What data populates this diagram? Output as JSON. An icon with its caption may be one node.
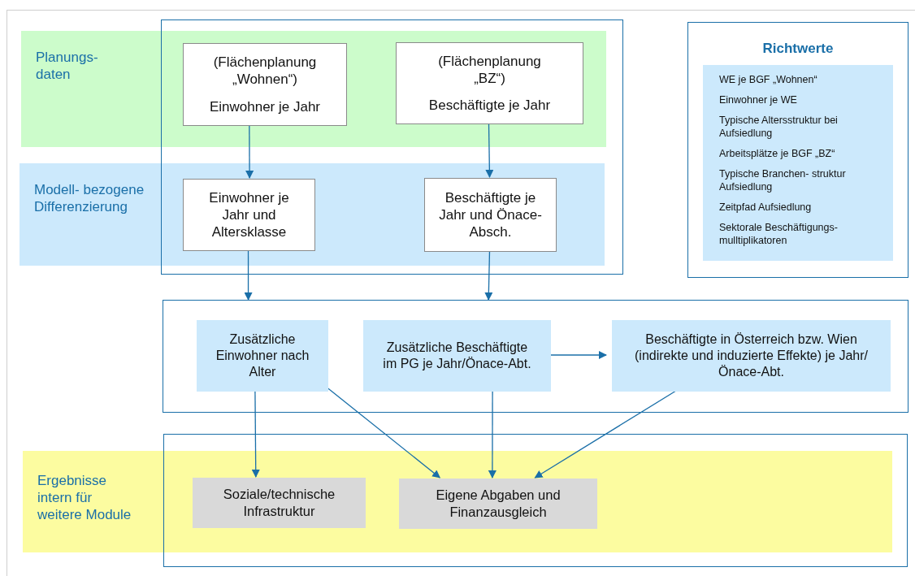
{
  "diagram": {
    "nodes": [
      {
        "text": [
          "Planungs- daten"
        ]
      },
      {
        "text": [
          "Modell- bezogene Differenzierung"
        ]
      },
      {
        "text": [
          "Ergebnisse intern für weitere Module"
        ]
      },
      {
        "text": [],
        "shape": "box"
      },
      {
        "text": [
          "(Flächenplanung „Wohnen“)",
          "Einwohner je Jahr"
        ],
        "in": 3
      },
      {
        "text": [
          "(Flächenplanung „BZ“)",
          "Beschäftigte je Jahr"
        ],
        "in": 3
      },
      {
        "text": [
          "Einwohner je Jahr und Altersklasse"
        ],
        "in": 3
      },
      {
        "text": [
          "Beschäftigte je Jahr und Önace-Absch."
        ],
        "in": 3
      },
      {
        "text": [
          "Richtwerte"
        ]
      },
      {
        "text": [
          "WE je BGF „Wohnen“",
          "Einwohner je WE",
          "Typische Altersstruktur bei Aufsiedlung",
          "Arbeitsplätze je BGF „BZ“",
          "Typische Branchen- struktur Aufsiedlung",
          "Zeitpfad Aufsiedlung",
          "Sektorale Beschäftigungs- mulltiplikatoren"
        ],
        "in": 8
      },
      {
        "text": [],
        "shape": "box"
      },
      {
        "text": [
          "Zusätzliche Einwohner nach Alter"
        ],
        "in": 10
      },
      {
        "text": [
          "Zusätzliche Beschäftigte im PG je Jahr/Önace-Abt."
        ],
        "in": 10
      },
      {
        "text": [
          "Beschäftigte in Österreich bzw. Wien (indirekte und induzierte Effekte) je Jahr/Önace-Abt."
        ],
        "in": 10
      },
      {
        "text": [],
        "shape": "box"
      },
      {
        "text": [
          "Soziale/technische Infrastruktur"
        ],
        "in": 14
      },
      {
        "text": [
          "Eigene Abgaben und Finanzausgleich"
        ],
        "in": 14
      }
    ],
    "edges": [
      {
        "from": 4,
        "to": 6,
        "arrow": "to"
      },
      {
        "from": 5,
        "to": 7,
        "arrow": "to"
      },
      {
        "from": 6,
        "to": 10,
        "arrow": "to"
      },
      {
        "from": 7,
        "to": 10,
        "arrow": "to"
      },
      {
        "from": 12,
        "to": 13,
        "arrow": "to"
      },
      {
        "from": 11,
        "to": 15,
        "arrow": "to"
      },
      {
        "from": 11,
        "to": 16,
        "arrow": "to"
      },
      {
        "from": 12,
        "to": 16,
        "arrow": "to"
      },
      {
        "from": 13,
        "to": 16,
        "arrow": "to"
      }
    ]
  }
}
